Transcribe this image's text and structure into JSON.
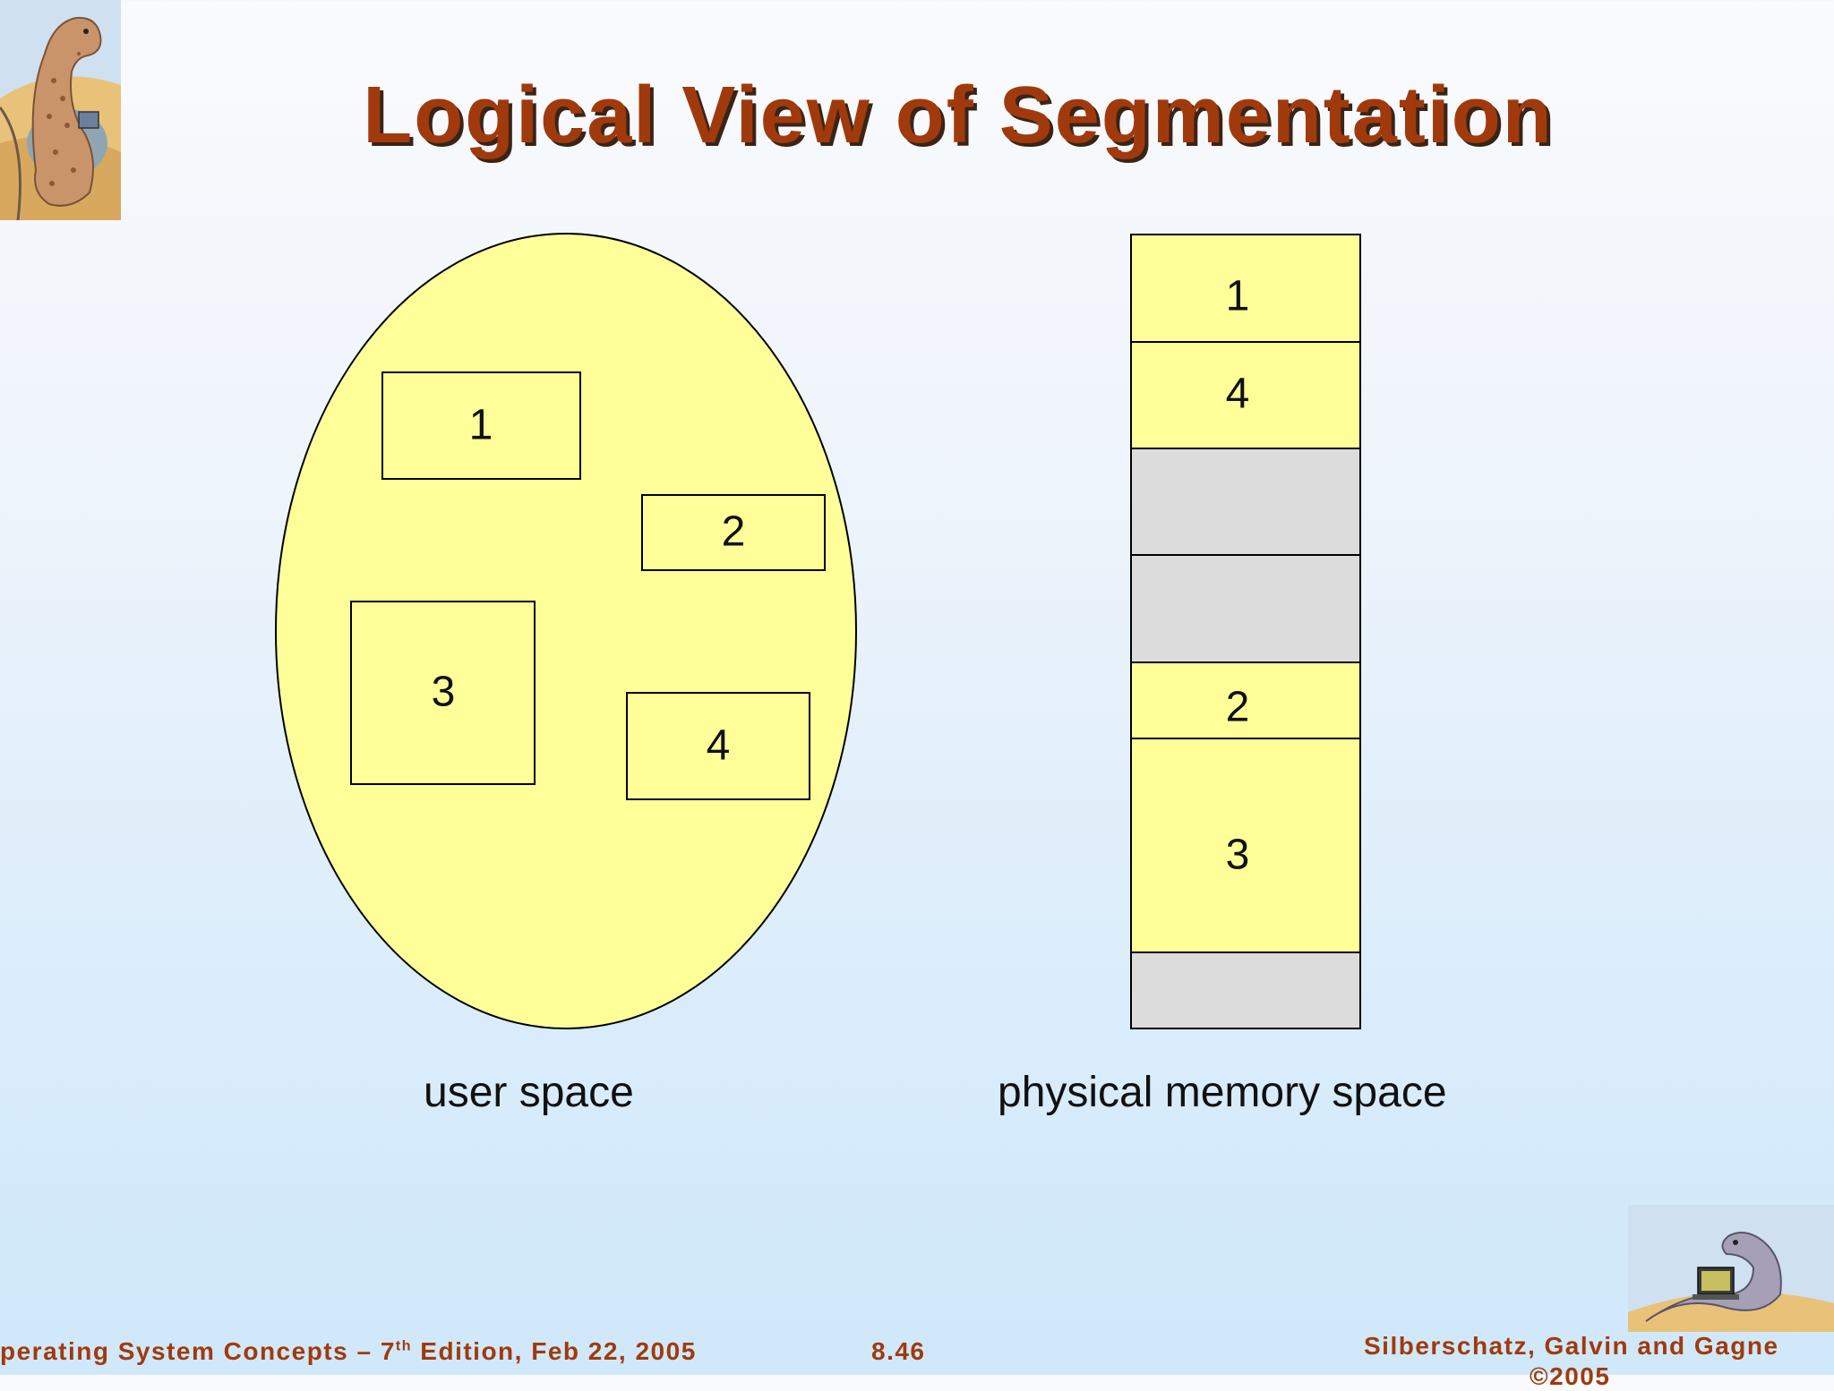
{
  "slide": {
    "title": "Logical View of Segmentation"
  },
  "diagram": {
    "user_space": {
      "caption": "user space",
      "segments": [
        {
          "label": "1"
        },
        {
          "label": "2"
        },
        {
          "label": "3"
        },
        {
          "label": "4"
        }
      ]
    },
    "physical_memory": {
      "caption": "physical memory space",
      "blocks": [
        {
          "label": "1",
          "state": "used"
        },
        {
          "label": "4",
          "state": "used"
        },
        {
          "label": "",
          "state": "free"
        },
        {
          "label": "",
          "state": "free"
        },
        {
          "label": "2",
          "state": "used"
        },
        {
          "label": "3",
          "state": "used"
        },
        {
          "label": "",
          "state": "free"
        }
      ]
    },
    "colors": {
      "segment_fill": "#ffff99",
      "free_fill": "#dcdcdc",
      "outline": "#000000",
      "title": "#a03a0c"
    }
  },
  "footer": {
    "left_pre": "perating System Concepts – 7",
    "left_sup": "th",
    "left_post": " Edition, Feb 22, 2005",
    "page": "8.46",
    "right_line1": "Silberschatz, Galvin and Gagne",
    "right_line2": "©2005"
  },
  "decor": {
    "top_left_icon": "dinosaur-reading-icon",
    "bottom_right_icon": "dinosaur-laptop-icon"
  }
}
